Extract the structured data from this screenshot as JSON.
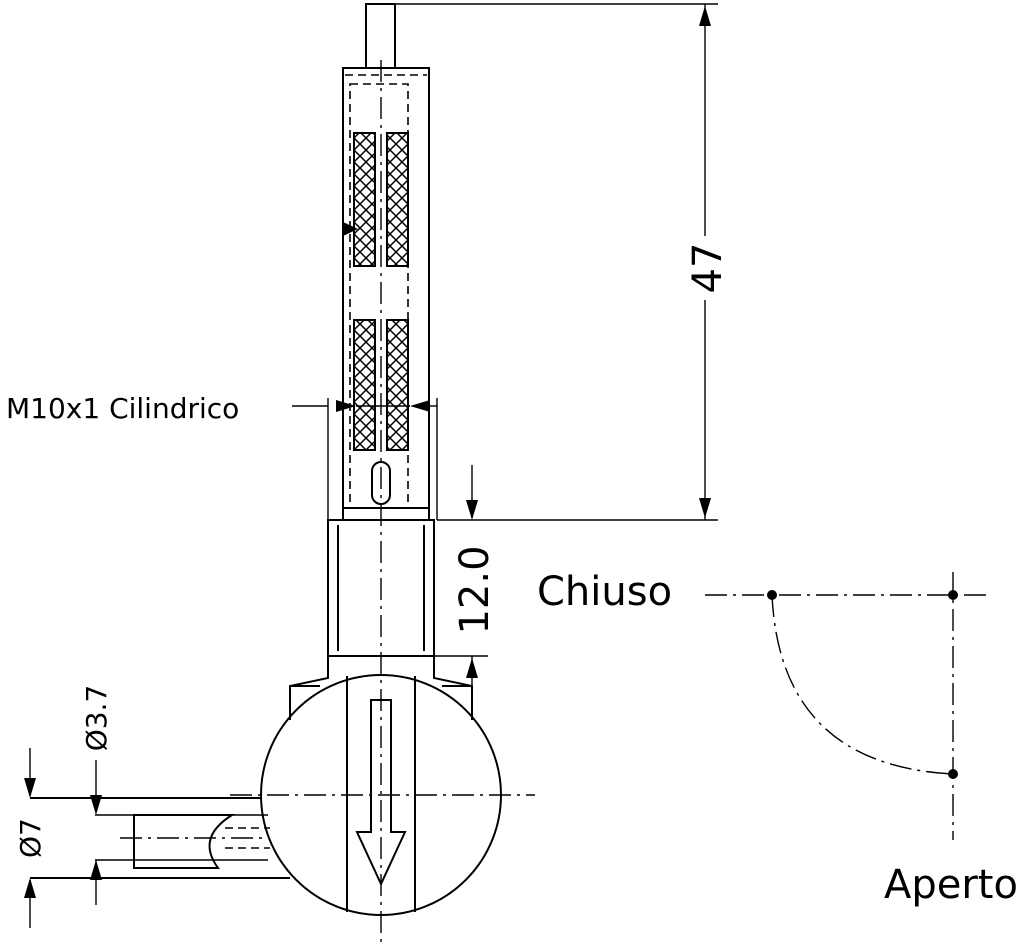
{
  "labels": {
    "thread_spec": "M10x1 Cilindrico",
    "dim_length": "47",
    "dim_hex": "12.0",
    "dim_bore": "Ø3.7",
    "dim_tube": "Ø7",
    "pos_closed": "Chiuso",
    "pos_open": "Aperto"
  }
}
